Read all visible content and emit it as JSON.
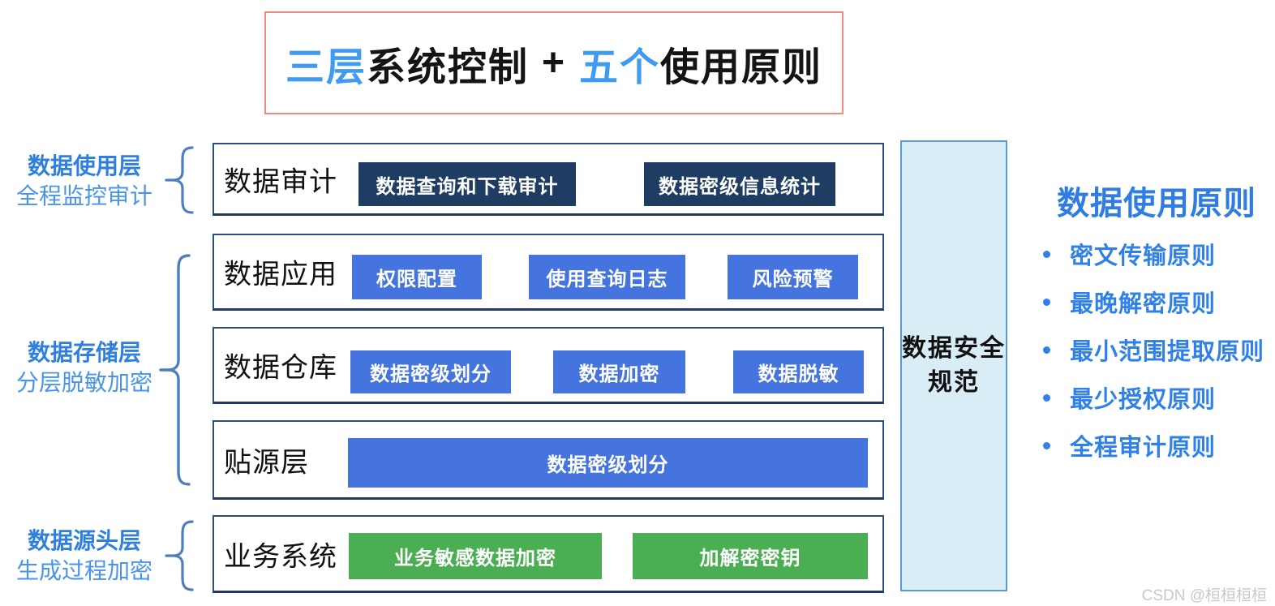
{
  "title": {
    "part1_blue": "三层",
    "part2_black": "系统控制",
    "plus": "+",
    "part3_blue": "五个",
    "part4_black": "使用原则"
  },
  "left_labels": [
    {
      "name": "数据使用层",
      "description": "全程监控审计"
    },
    {
      "name": "数据存储层",
      "description": "分层脱敏加密"
    },
    {
      "name": "数据源头层",
      "description": "生成过程加密"
    }
  ],
  "rows": [
    {
      "label": "数据审计",
      "buttons": [
        {
          "text": "数据查询和下载审计"
        },
        {
          "text": "数据密级信息统计"
        }
      ]
    },
    {
      "label": "数据应用",
      "buttons": [
        {
          "text": "权限配置"
        },
        {
          "text": "使用查询日志"
        },
        {
          "text": "风险预警"
        }
      ]
    },
    {
      "label": "数据仓库",
      "buttons": [
        {
          "text": "数据密级划分"
        },
        {
          "text": "数据加密"
        },
        {
          "text": "数据脱敏"
        }
      ]
    },
    {
      "label": "贴源层",
      "buttons": [
        {
          "text": "数据密级划分"
        }
      ]
    },
    {
      "label": "业务系统",
      "buttons": [
        {
          "text": "业务敏感数据加密"
        },
        {
          "text": "加解密密钥"
        }
      ]
    }
  ],
  "side_box": {
    "line1": "数据安全",
    "line2": "规范"
  },
  "principles": {
    "title": "数据使用原则",
    "items": [
      "密文传输原则",
      "最晚解密原则",
      "最小范围提取原则",
      "最少授权原则",
      "全程审计原则"
    ]
  },
  "watermark": "CSDN @桓桓桓桓",
  "colors": {
    "title_blue": "#3f9af2",
    "label_blue": "#2f7fe0",
    "label_sub_blue": "#4794ea",
    "principle_blue": "#2f80e8",
    "navy_chip": "#1f3c63",
    "blue_chip": "#4574de",
    "green_chip": "#4cae52",
    "row_border": "#2c4e7e",
    "title_box_border": "#f4897b",
    "side_box_bg": "#d9edf6",
    "side_box_border": "#5b9bd5",
    "brace_blue": "#4d7fbd",
    "watermark_gray": "#c8c8c8"
  }
}
